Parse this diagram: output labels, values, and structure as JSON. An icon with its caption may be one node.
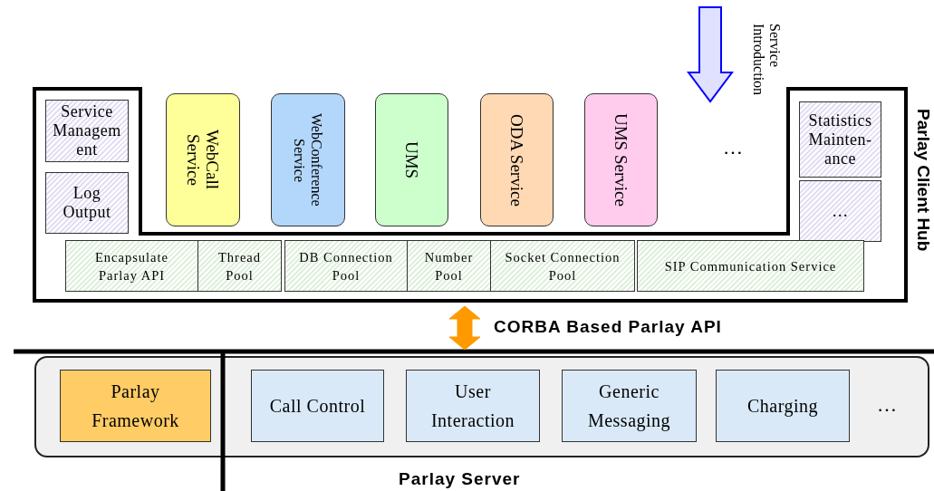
{
  "diagram": {
    "nodes": [
      {
        "text": [
          "Parlay Client Hub"
        ]
      },
      {
        "text": [
          "Service Management"
        ],
        "in": 0
      },
      {
        "text": [
          "Log Output"
        ],
        "in": 0
      },
      {
        "text": [
          "WebCall Service"
        ],
        "in": 0
      },
      {
        "text": [
          "WebConference Service"
        ],
        "in": 0
      },
      {
        "text": [
          "UMS"
        ],
        "in": 0
      },
      {
        "text": [
          "ODA Service"
        ],
        "in": 0
      },
      {
        "text": [
          "UMS Service"
        ],
        "in": 0
      },
      {
        "text": [
          "Statistics Mainten-ance"
        ],
        "in": 0
      },
      {
        "text": [
          "…"
        ],
        "in": 0
      },
      {
        "text": [
          "Encapsulate Parlay API"
        ],
        "in": 0
      },
      {
        "text": [
          "Thread Pool"
        ],
        "in": 0
      },
      {
        "text": [
          "DB Connection Pool"
        ],
        "in": 0
      },
      {
        "text": [
          "Number Pool"
        ],
        "in": 0
      },
      {
        "text": [
          "Socket Connection Pool"
        ],
        "in": 0
      },
      {
        "text": [
          "SIP Communication Service"
        ],
        "in": 0
      },
      {
        "text": [
          "Parlay Server"
        ]
      },
      {
        "text": [
          "Parlay Framework"
        ],
        "in": 16
      },
      {
        "text": [
          "Call Control"
        ],
        "in": 16
      },
      {
        "text": [
          "User Interaction"
        ],
        "in": 16
      },
      {
        "text": [
          "Generic Messaging"
        ],
        "in": 16
      },
      {
        "text": [
          "Charging"
        ],
        "in": 16
      }
    ],
    "edges": [
      {
        "from": null,
        "to": 0,
        "arrow": "to",
        "label": "Service Introduction",
        "style": "thick",
        "color": "#0000ff"
      },
      {
        "from": 0,
        "to": 16,
        "arrow": "both",
        "label": "CORBA Based Parlay API",
        "style": "thick",
        "color": "#ff9900"
      }
    ],
    "labels": [
      "…",
      "…"
    ]
  }
}
